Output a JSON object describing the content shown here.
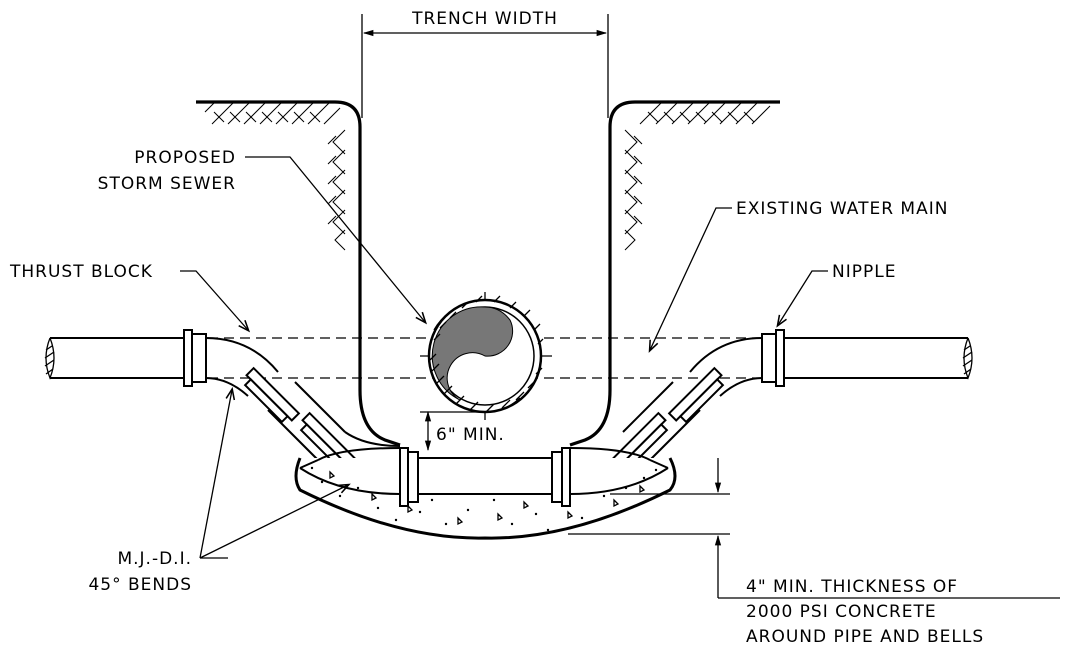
{
  "labels": {
    "trench_width": "TRENCH WIDTH",
    "storm_sewer_line1": "PROPOSED",
    "storm_sewer_line2": "STORM SEWER",
    "water_main": "EXISTING WATER MAIN",
    "thrust_block": "THRUST BLOCK",
    "nipple": "NIPPLE",
    "min_clearance": "6\" MIN.",
    "bends_line1": "M.J.-D.I.",
    "bends_line2": "45° BENDS",
    "concrete_line1": "4\" MIN. THICKNESS OF",
    "concrete_line2": "2000 PSI CONCRETE",
    "concrete_line3": "AROUND PIPE AND BELLS"
  }
}
